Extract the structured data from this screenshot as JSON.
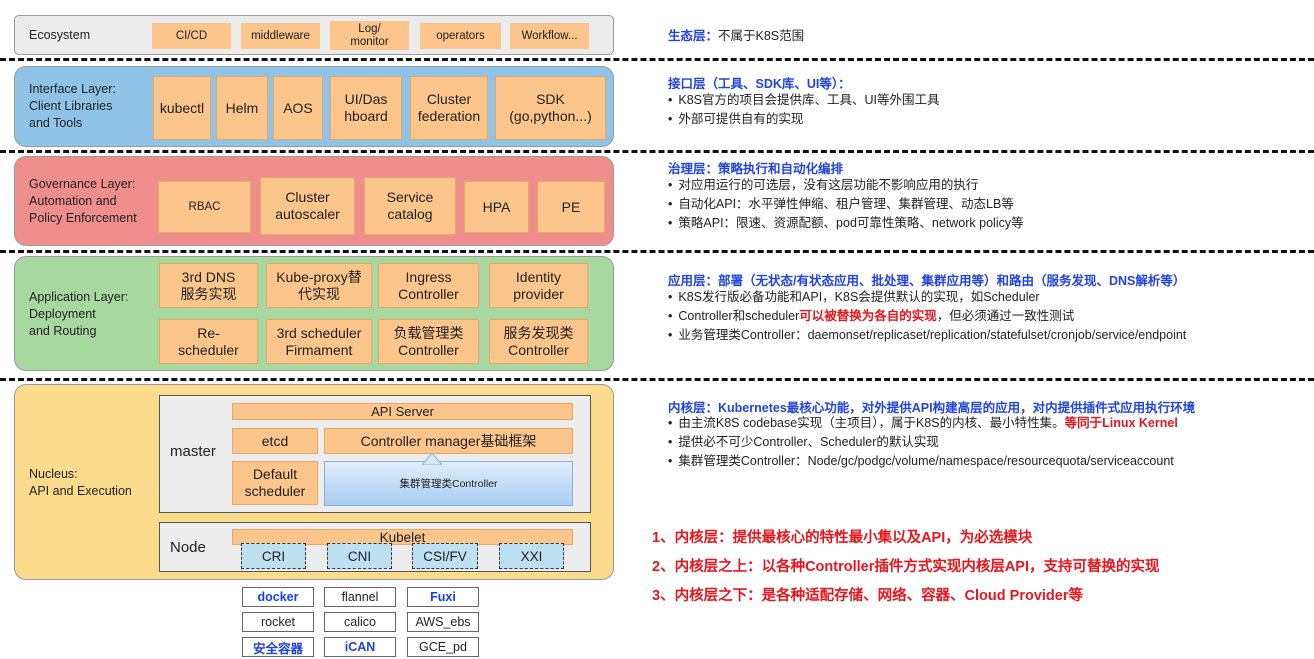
{
  "ecosystem": {
    "label": "Ecosystem",
    "items": [
      "CI/CD",
      "middleware",
      "Log/\nmonitor",
      "operators",
      "Workflow..."
    ],
    "desc_title": "生态层：",
    "desc_text": "不属于K8S范围"
  },
  "interface": {
    "label": "Interface Layer:\nClient Libraries\nand Tools",
    "items": [
      "kubectl",
      "Helm",
      "AOS",
      "UI/Das\nhboard",
      "Cluster\nfederation",
      "SDK\n(go,python...)"
    ],
    "desc_title": "接口层（工具、SDK库、UI等）：",
    "bullets": [
      "K8S官方的项目会提供库、工具、UI等外围工具",
      "外部可提供自有的实现"
    ]
  },
  "governance": {
    "label": "Governance Layer:\nAutomation and\nPolicy Enforcement",
    "items": [
      "RBAC",
      "Cluster\nautoscaler",
      "Service\ncatalog",
      "HPA",
      "PE"
    ],
    "desc_title": "治理层：策略执行和自动化编排",
    "bullets": [
      "对应用运行的可选层，没有这层功能不影响应用的执行",
      "自动化API：水平弹性伸缩、租户管理、集群管理、动态LB等",
      "策略API：限速、资源配额、pod可靠性策略、network policy等"
    ]
  },
  "application": {
    "label": "Application Layer:\nDeployment\nand Routing",
    "items": [
      "3rd DNS\n服务实现",
      "Kube-proxy替\n代实现",
      "Ingress\nController",
      "Identity\nprovider",
      "Re-\nscheduler",
      "3rd scheduler\nFirmament",
      "负载管理类\nController",
      "服务发现类\nController"
    ],
    "desc_title": "应用层：部署（无状态/有状态应用、批处理、集群应用等）和路由（服务发现、DNS解析等）",
    "bullet1": "K8S发行版必备功能和API，K8S会提供默认的实现，如Scheduler",
    "bullet2_a": "Controller和scheduler",
    "bullet2_red": "可以被替换为各自的实现",
    "bullet2_b": "，但必须通过一致性测试",
    "bullet3": "业务管理类Controller：daemonset/replicaset/replication/statefulset/cronjob/service/endpoint"
  },
  "nucleus": {
    "label": "Nucleus:\nAPI and Execution",
    "master_label": "master",
    "api_server": "API Server",
    "etcd": "etcd",
    "controller_manager": "Controller manager基础框架",
    "default_scheduler": "Default\nscheduler",
    "cluster_controller": "集群管理类Controller",
    "node_label": "Node",
    "kubelet": "Kubelet",
    "interfaces": [
      "CRI",
      "CNI",
      "CSI/FV",
      "XXI"
    ],
    "desc_title": "内核层：Kubernetes最核心功能，对外提供API构建高层的应用，对内提供插件式应用执行环境",
    "bullet1_a": "由主流K8S codebase实现（主项目），属于K8S的内核、最小特性集。",
    "bullet1_red": "等同于Linux Kernel",
    "bullet2": "提供必不可少Controller、Scheduler的默认实现",
    "bullet3": "集群管理类Controller：Node/gc/podgc/volume/namespace/resourcequota/serviceaccount"
  },
  "implementations": [
    [
      "docker",
      "flannel",
      "Fuxi"
    ],
    [
      "rocket",
      "calico",
      "AWS_ebs"
    ],
    [
      "安全容器",
      "iCAN",
      "GCE_pd"
    ]
  ],
  "summary": [
    "1、内核层：提供最核心的特性最小集以及API，为必选模块",
    "2、内核层之上：以各种Controller插件方式实现内核层API，支持可替换的实现",
    "3、内核层之下：是各种适配存储、网络、容器、Cloud Provider等"
  ],
  "colors": {
    "ecosystem_bg": "#ececec",
    "interface_bg": "#8fc3e8",
    "governance_bg": "#f08d8d",
    "application_bg": "#a7d8a0",
    "nucleus_bg": "#fbdc8c",
    "component": "#fbc58c",
    "title_blue": "#2244dd",
    "emphasis_red": "#e8161c"
  }
}
